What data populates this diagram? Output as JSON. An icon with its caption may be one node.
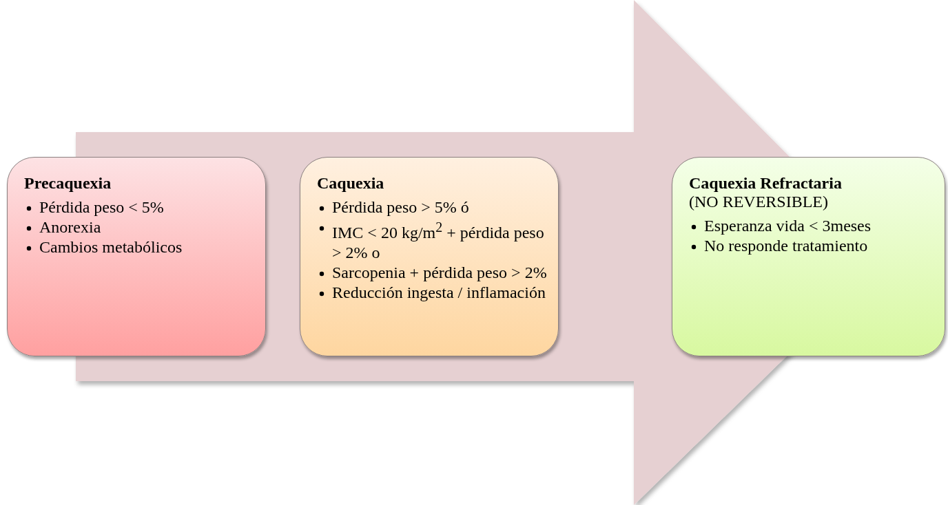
{
  "diagram": {
    "nodes": [
      {
        "text": [
          "Precaquexia",
          "Pérdida peso < 5%",
          "Anorexia",
          "Cambios metabólicos"
        ]
      },
      {
        "text": [
          "Caquexia",
          "Pérdida peso > 5% ó",
          "IMC < 20 kg/m$^{2}$ + pérdida peso > 2% o",
          "Sarcopenia + pérdida peso > 2%",
          "Reducción ingesta / inflamación"
        ]
      },
      {
        "text": [
          "Caquexia Refractaria",
          "(NO REVERSIBLE)",
          "Esperanza vida < 3meses",
          "No responde tratamiento"
        ]
      }
    ],
    "edges": [
      {
        "from": 0,
        "to": 2,
        "arrow": "to",
        "style": "thick"
      }
    ]
  }
}
